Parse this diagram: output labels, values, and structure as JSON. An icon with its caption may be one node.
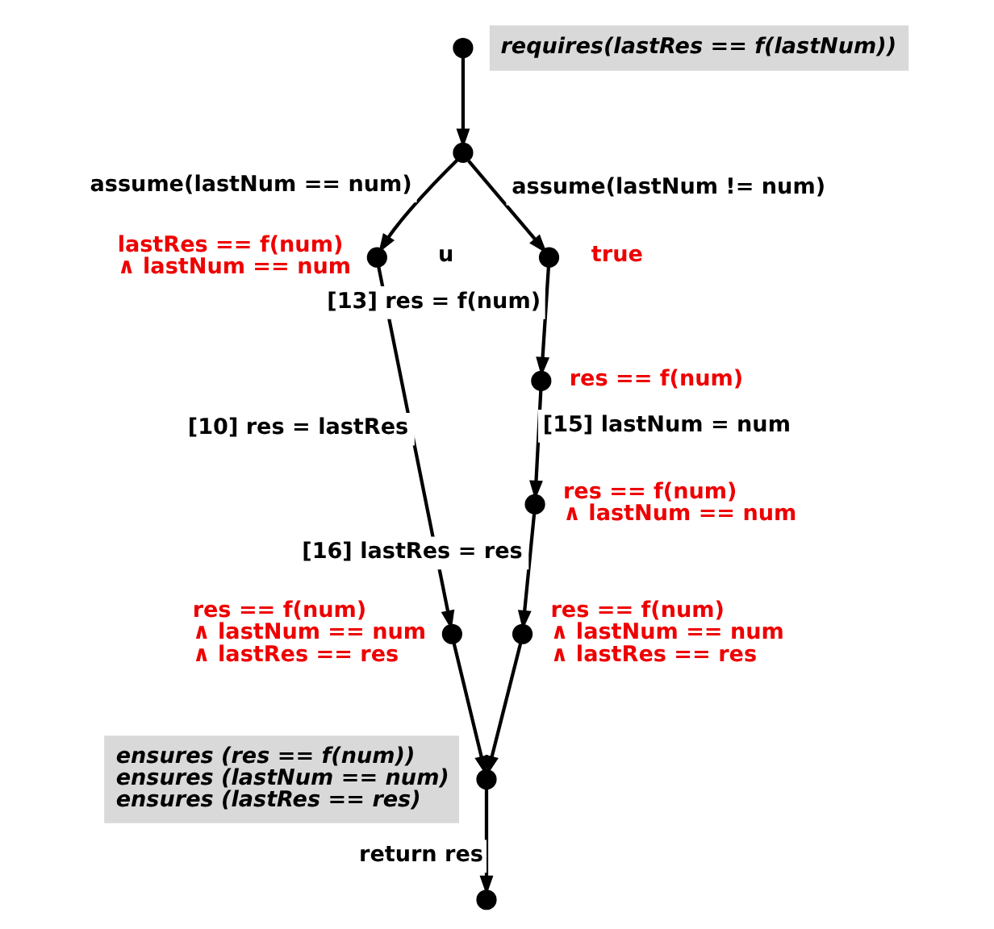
{
  "diagram": {
    "nodes": [
      {
        "text": [],
        "shape": "circle",
        "beside": [
          "requires(lastRes == f(lastNum))"
        ]
      },
      {
        "text": [],
        "shape": "circle"
      },
      {
        "text": [],
        "shape": "circle",
        "beside": [
          "u",
          "lastRes == f(num) ∧ lastNum == num"
        ]
      },
      {
        "text": [],
        "shape": "circle",
        "beside": [
          "true"
        ]
      },
      {
        "text": [],
        "shape": "circle",
        "beside": [
          "res == f(num)"
        ]
      },
      {
        "text": [],
        "shape": "circle",
        "beside": [
          "res == f(num) ∧ lastNum == num"
        ]
      },
      {
        "text": [],
        "shape": "circle",
        "beside": [
          "res == f(num) ∧ lastNum == num ∧ lastRes == res"
        ]
      },
      {
        "text": [],
        "shape": "circle",
        "beside": [
          "res == f(num) ∧ lastNum == num ∧ lastRes == res"
        ]
      },
      {
        "text": [],
        "shape": "circle",
        "beside": [
          "ensures (res == f(num)) ensures (lastNum == num) ensures (lastRes == res)"
        ]
      },
      {
        "text": [],
        "shape": "circle"
      }
    ],
    "edges": [
      {
        "from": 0,
        "to": 1,
        "arrow": "to"
      },
      {
        "from": 1,
        "to": 2,
        "arrow": "to",
        "label": "assume(lastNum == num)"
      },
      {
        "from": 1,
        "to": 3,
        "arrow": "to",
        "label": "assume(lastNum != num)"
      },
      {
        "from": 2,
        "to": 6,
        "arrow": "to",
        "label": "[10] res = lastRes"
      },
      {
        "from": 3,
        "to": 4,
        "arrow": "to",
        "label": "[13] res = f(num)"
      },
      {
        "from": 4,
        "to": 5,
        "arrow": "to",
        "label": "[15] lastNum = num"
      },
      {
        "from": 5,
        "to": 7,
        "arrow": "to",
        "label": "[16] lastRes = res"
      },
      {
        "from": 6,
        "to": 8,
        "arrow": "to"
      },
      {
        "from": 7,
        "to": 8,
        "arrow": "to"
      },
      {
        "from": 8,
        "to": 9,
        "arrow": "to",
        "label": "return res"
      }
    ]
  }
}
